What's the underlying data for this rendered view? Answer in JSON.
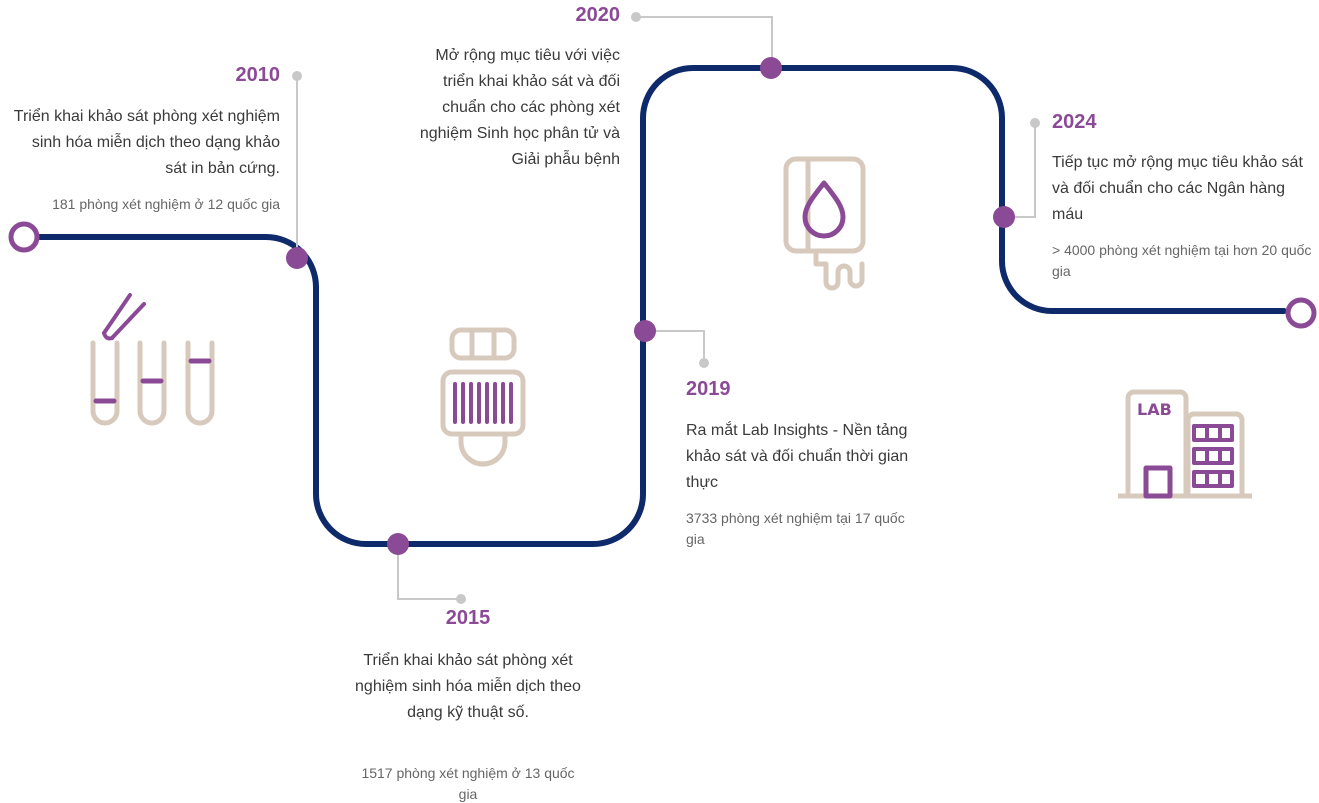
{
  "colors": {
    "path": "#0e2a6b",
    "dot": "#8b4a96",
    "connector": "#c8c8c8",
    "icon_beige": "#d8c9bd",
    "icon_purple": "#8b4a96"
  },
  "milestones": [
    {
      "year": "2010",
      "description": "Triển khai khảo sát phòng xét nghiệm sinh hóa miễn dịch theo dạng khảo sát in bản cứng.",
      "stat": "181 phòng xét nghiệm ở 12 quốc gia"
    },
    {
      "year": "2015",
      "description": "Triển khai khảo sát phòng xét nghiệm sinh hóa miễn dịch theo dạng kỹ thuật số.",
      "stat": "1517 phòng xét nghiệm ở 13 quốc gia"
    },
    {
      "year": "2019",
      "description": "Ra mắt Lab Insights - Nền tảng khảo sát và đối chuẩn thời gian thực",
      "stat": "3733 phòng xét nghiệm tại 17 quốc gia"
    },
    {
      "year": "2020",
      "description": "Mở rộng mục tiêu với việc triển khai khảo sát và đối chuẩn cho các phòng xét nghiệm Sinh học phân tử và  Giải phẫu bệnh",
      "stat": ""
    },
    {
      "year": "2024",
      "description": "Tiếp tục mở rộng mục tiêu khảo sát và đối chuẩn cho các Ngân hàng máu",
      "stat": "> 4000 phòng xét nghiệm tại hơn 20 quốc gia"
    }
  ],
  "icons": {
    "test_tubes": "test-tubes-icon",
    "sample_tube": "sample-tube-icon",
    "blood_bag": "blood-bag-icon",
    "lab_building": "lab-building-icon",
    "lab_sign": "LAB"
  }
}
